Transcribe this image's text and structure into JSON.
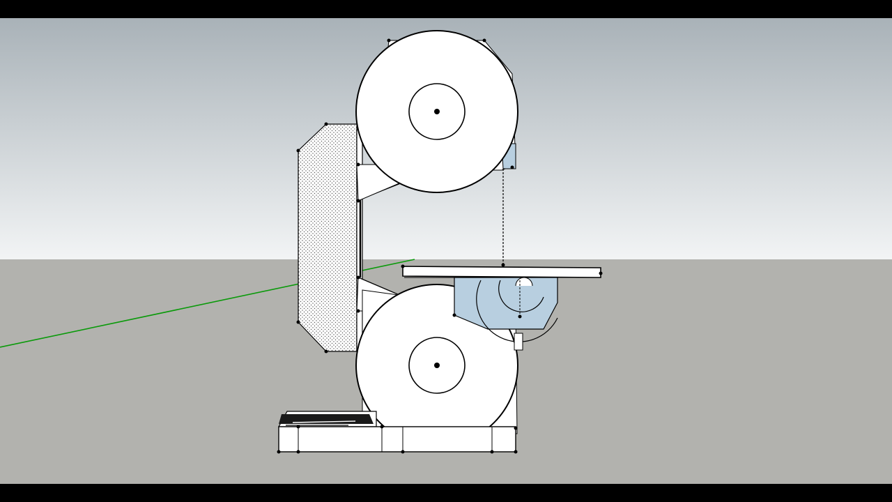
{
  "colors": {
    "sky_top": "#a9b2b8",
    "sky_bottom": "#f2f4f5",
    "ground": "#b2b2ae",
    "edge": "#000000",
    "face": "#ffffff",
    "guard_fill": "#b8cfe0",
    "axis_green": "#0a9a0a"
  },
  "scene": {
    "model": "band-saw",
    "components": [
      "upper-wheel",
      "lower-wheel",
      "frame-column",
      "rear-cover",
      "worktable",
      "blade-guard",
      "trunnion",
      "base"
    ]
  }
}
